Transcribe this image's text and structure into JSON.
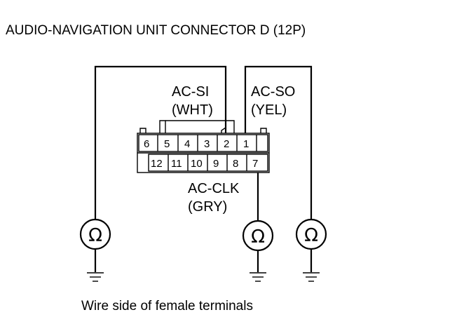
{
  "title": "AUDIO-NAVIGATION UNIT CONNECTOR D (12P)",
  "caption": "Wire side of female terminals",
  "connector": {
    "top_pins": [
      "6",
      "5",
      "4",
      "3",
      "2",
      "1"
    ],
    "bottom_pins": [
      "12",
      "11",
      "10",
      "9",
      "8",
      "7"
    ]
  },
  "signals": [
    {
      "name": "AC-SI",
      "color": "(WHT)",
      "pin": "2"
    },
    {
      "name": "AC-SO",
      "color": "(YEL)",
      "pin": "1"
    },
    {
      "name": "AC-CLK",
      "color": "(GRY)",
      "pin": "7"
    }
  ],
  "meter_symbol": "Ω"
}
